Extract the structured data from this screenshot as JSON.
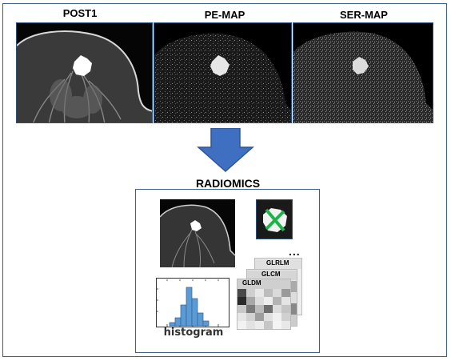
{
  "maps": [
    {
      "label": "POST1"
    },
    {
      "label": "PE-MAP"
    },
    {
      "label": "SER-MAP"
    }
  ],
  "radiomics": {
    "title": "RADIOMICS",
    "histogram_label": "histogram",
    "texture_layers": [
      "GLRLM",
      "GLCM",
      "GLDM"
    ],
    "ellipsis": "..."
  },
  "colors": {
    "frame": "#3d5f8a",
    "arrow": "#3f6fc0",
    "histogram_bar": "#5b9bd5",
    "roi_cross": "#1db34a"
  }
}
